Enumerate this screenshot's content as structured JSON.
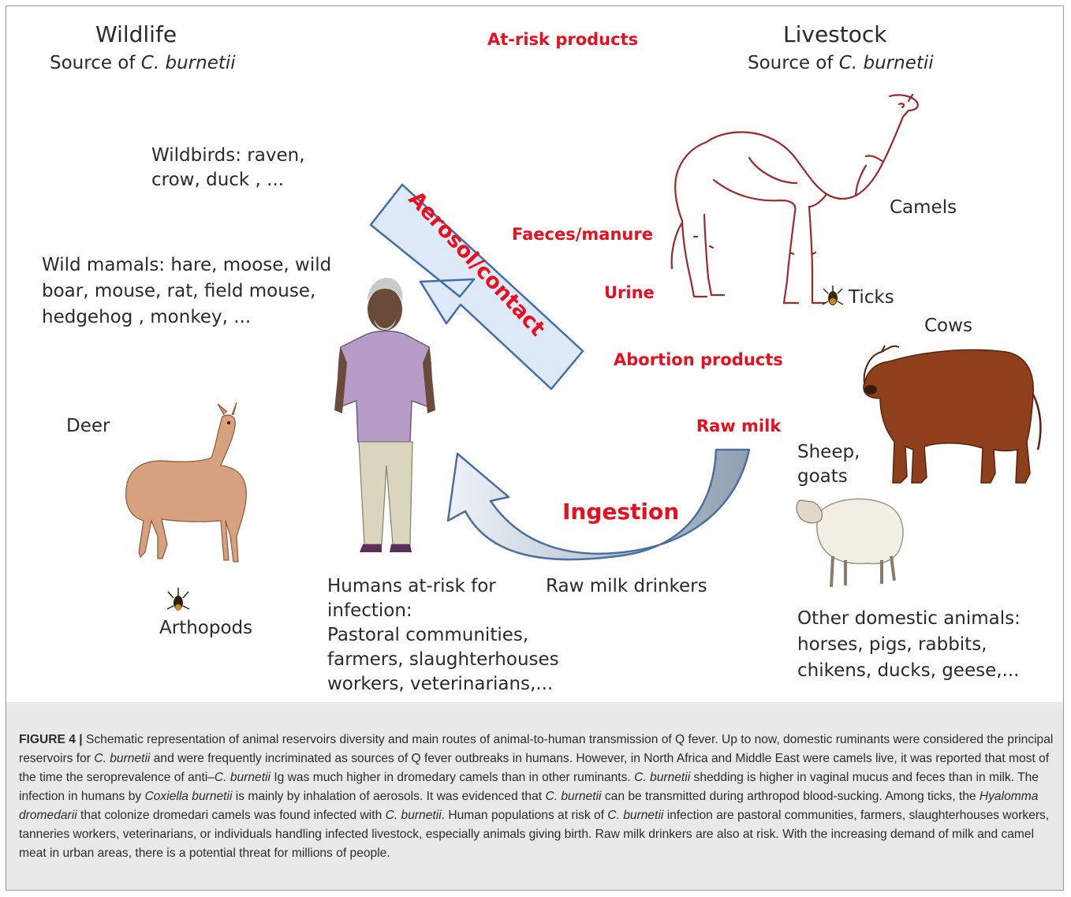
{
  "wildlife": {
    "title": "Wildlife",
    "source_prefix": "Source of ",
    "source_species": "C. burnetii",
    "wildbirds": [
      "Wildbirds: raven,",
      "crow, duck , ..."
    ],
    "wild_mammals": [
      "Wild mamals: hare, moose, wild",
      "boar, mouse, rat, field mouse,",
      "hedgehog ,  monkey, ..."
    ],
    "deer": "Deer",
    "arthropods": "Arthopods"
  },
  "livestock": {
    "title": "Livestock",
    "source_prefix": "Source of ",
    "source_species": "C. burnetii",
    "camels": "Camels",
    "ticks": "Ticks",
    "cows": "Cows",
    "sheep": [
      "Sheep,",
      "goats"
    ],
    "other": [
      "Other domestic animals:",
      "horses, pigs, rabbits,",
      "chikens, ducks, geese,..."
    ]
  },
  "products": {
    "title": "At-risk products",
    "faeces": "Faeces/manure",
    "urine": "Urine",
    "abortion": "Abortion products",
    "raw_milk": "Raw milk"
  },
  "routes": {
    "aerosol": "Aerosol/contact",
    "ingestion": "Ingestion"
  },
  "humans": {
    "at_risk": [
      "Humans at-risk for",
      "infection:",
      "Pastoral communities,",
      "farmers, slaughterhouses",
      "workers, veterinarians,..."
    ],
    "raw_milk_drinkers": "Raw milk drinkers"
  },
  "caption": {
    "label": "FIGURE 4 |",
    "text_1": " Schematic representation of animal reservoirs diversity and main routes of animal-to-human transmission of Q fever. Up to now, domestic ruminants were considered the principal reservoirs for ",
    "ital_1": "C. burnetii",
    "text_2": " and were frequently incriminated as sources of Q fever outbreaks in humans. However, in North Africa and Middle East were camels live, it was reported that most of the time the seroprevalence of anti–",
    "ital_2": "C. burnetii",
    "text_3": " Ig was much higher in dromedary camels than in other ruminants. ",
    "ital_3": "C. burnetii",
    "text_4": " shedding is higher in vaginal mucus and feces than in milk. The infection in humans by ",
    "ital_4": "Coxiella burnetii",
    "text_5": " is mainly by inhalation of aerosols. It was evidenced that ",
    "ital_5": "C. burnetii",
    "text_6": " can be transmitted during arthropod blood-sucking. Among ticks, the ",
    "ital_6": "Hyalomma dromedarii",
    "text_7": " that colonize dromedari camels was found infected with ",
    "ital_7": "C. burnetii",
    "text_8": ". Human populations at risk of ",
    "ital_8": "C. burnetii",
    "text_9": " infection are pastoral communities, farmers, slaughterhouses workers, tanneries workers, veterinarians, or individuals handling infected livestock, especially animals giving birth. Raw milk drinkers are also at risk. With the increasing demand of milk and camel meat in urban areas, there is a potential threat for millions of people."
  },
  "colors": {
    "product_red": "#e8101e",
    "arrow_fill": "#dbe8f5",
    "arrow_stroke": "#3f6fb0",
    "camel_line": "#9c2a2a",
    "cow_brown": "#8e3f1b",
    "deer_tan": "#d7a07f",
    "shirt_purple": "#b69cc7",
    "trousers": "#d9d6bd"
  }
}
